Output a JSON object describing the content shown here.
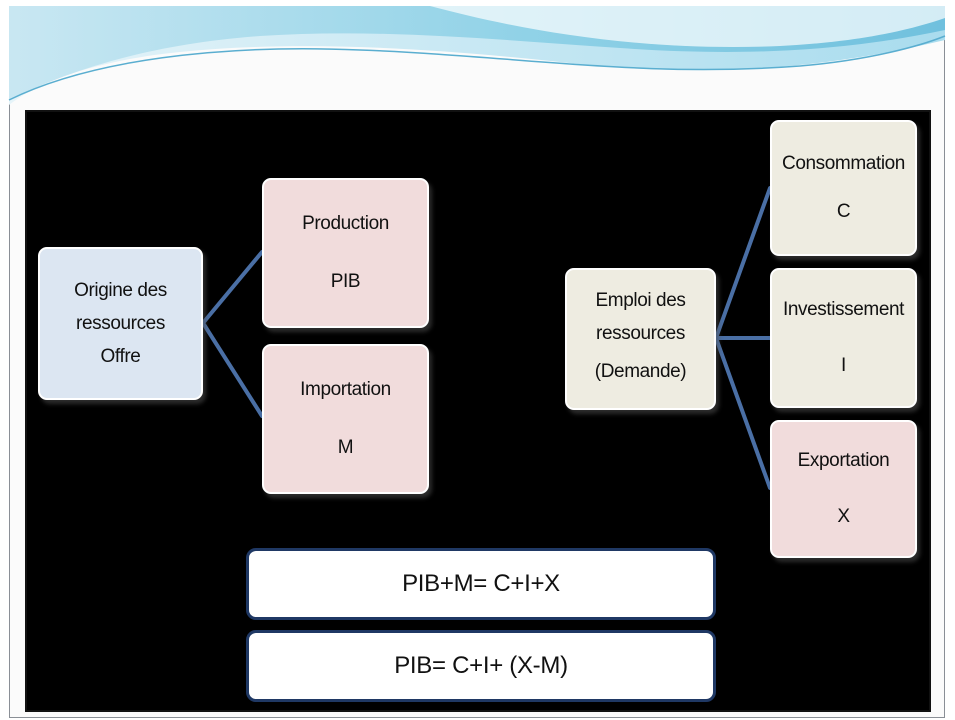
{
  "origin": {
    "line1": "Origine des",
    "line2": "ressources",
    "line3": "Offre"
  },
  "production": {
    "title": "Production",
    "symbol": "PIB"
  },
  "importation": {
    "title": "Importation",
    "symbol": "M"
  },
  "emploi": {
    "line1": "Emploi des",
    "line2": "ressources",
    "line3": "(Demande)"
  },
  "consommation": {
    "title": "Consommation",
    "symbol": "C"
  },
  "investissement": {
    "title": "Investissement",
    "symbol": "I"
  },
  "exportation": {
    "title": "Exportation",
    "symbol": "X"
  },
  "formulas": [
    "PIB+M= C+I+X",
    "PIB= C+I+ (X-M)"
  ],
  "colors": {
    "panel": "#000000",
    "blue_box": "#dce6f2",
    "pink_box": "#f1dcdc",
    "beige_box": "#eeece1",
    "connector": "#4a6fa5",
    "formula_border": "#1f3864"
  }
}
